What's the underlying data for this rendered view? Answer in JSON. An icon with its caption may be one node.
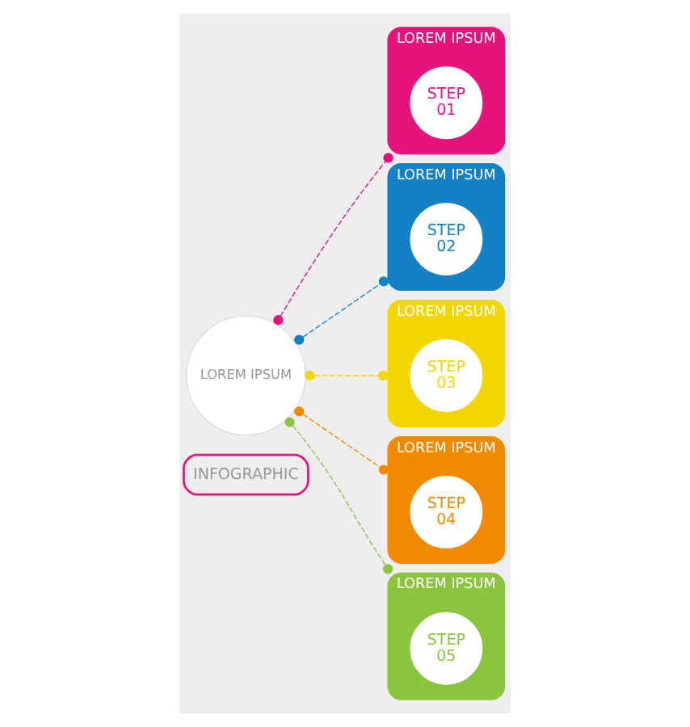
{
  "diagram": {
    "nodes": [
      {
        "text": [
          "INFOGRAPHIC"
        ]
      },
      {
        "text": [
          "LOREM IPSUM"
        ]
      },
      {
        "text": [
          "LOREM IPSUM"
        ]
      },
      {
        "text": [
          "STEP",
          "01"
        ],
        "in": 2
      },
      {
        "text": [
          "LOREM IPSUM"
        ]
      },
      {
        "text": [
          "STEP",
          "02"
        ],
        "in": 4
      },
      {
        "text": [
          "LOREM IPSUM"
        ]
      },
      {
        "text": [
          "STEP",
          "03"
        ],
        "in": 6
      },
      {
        "text": [
          "LOREM IPSUM"
        ]
      },
      {
        "text": [
          "STEP",
          "04"
        ],
        "in": 8
      },
      {
        "text": [
          "LOREM IPSUM"
        ]
      },
      {
        "text": [
          "STEP",
          "05"
        ],
        "in": 10
      }
    ],
    "edges": [
      {
        "from": 1,
        "to": 2,
        "arrow": "other",
        "style": "dashed",
        "color": "#e8127c"
      },
      {
        "from": 1,
        "to": 4,
        "arrow": "other",
        "style": "dashed",
        "color": "#1581c5"
      },
      {
        "from": 1,
        "to": 6,
        "arrow": "other",
        "style": "dashed",
        "color": "#f2d600"
      },
      {
        "from": 1,
        "to": 8,
        "arrow": "other",
        "style": "dashed",
        "color": "#f28a00"
      },
      {
        "from": 1,
        "to": 10,
        "arrow": "other",
        "style": "dashed",
        "color": "#8bc53f"
      }
    ]
  }
}
